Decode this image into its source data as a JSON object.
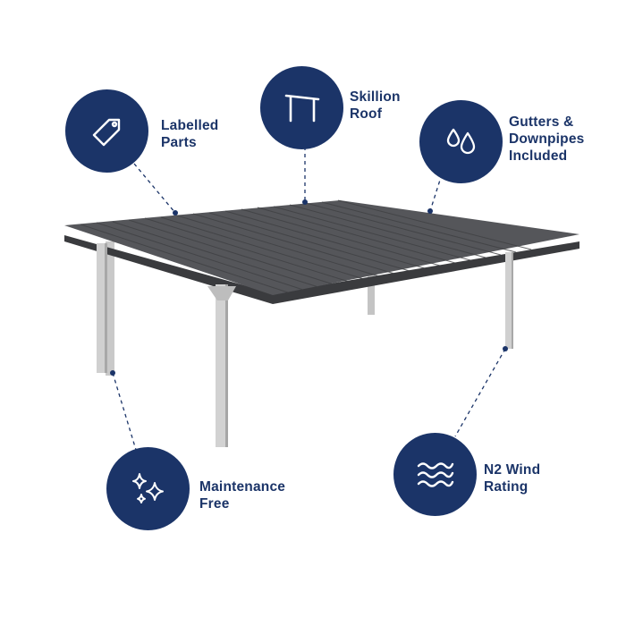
{
  "colors": {
    "badge": "#1b3468",
    "roof": "#4a4b4e",
    "post": "#c9c9c9"
  },
  "features": [
    {
      "id": "labelled-parts",
      "icon": "tag-icon",
      "line1": "Labelled",
      "line2": "Parts"
    },
    {
      "id": "skillion-roof",
      "icon": "skillion-roof-icon",
      "line1": "Skillion",
      "line2": "Roof"
    },
    {
      "id": "gutters",
      "icon": "water-drops-icon",
      "line1": "Gutters &",
      "line2": "Downpipes",
      "line3": "Included"
    },
    {
      "id": "maintenance",
      "icon": "sparkles-icon",
      "line1": "Maintenance",
      "line2": "Free"
    },
    {
      "id": "wind-rating",
      "icon": "wind-waves-icon",
      "line1": "N2 Wind",
      "line2": "Rating"
    }
  ]
}
